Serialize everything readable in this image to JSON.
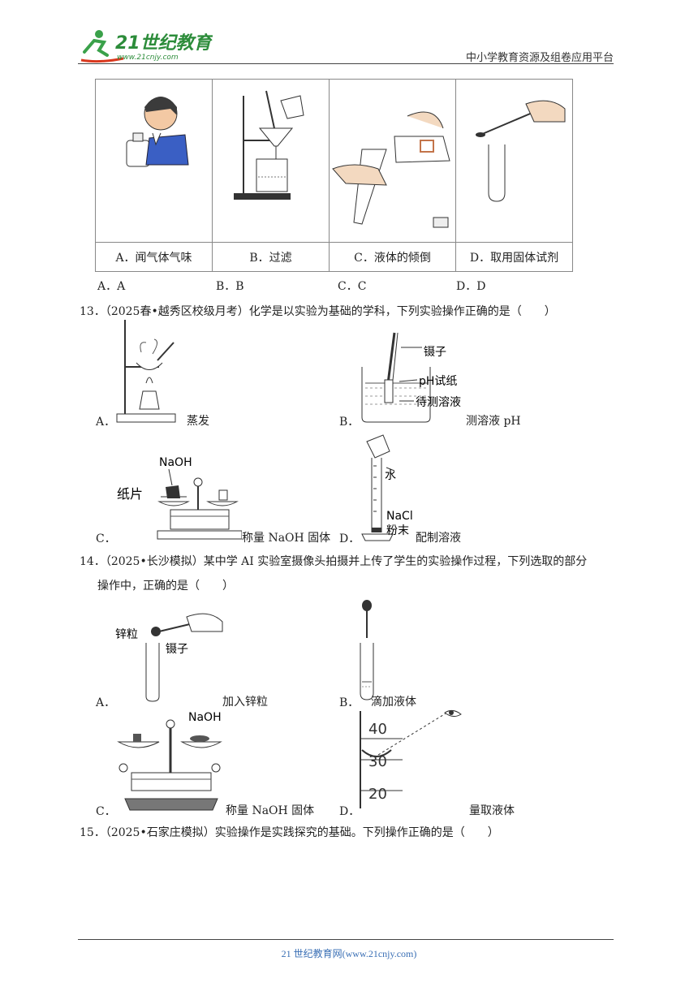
{
  "header": {
    "logo_text": "21世纪教育",
    "logo_url_text": "www.21cnjy.com",
    "platform": "中小学教育资源及组卷应用平台"
  },
  "q12": {
    "captions": [
      "A．闻气体气味",
      "B．过滤",
      "C．液体的倾倒",
      "D．取用固体试剂"
    ],
    "options": [
      "A．A",
      "B．B",
      "C．C",
      "D．D"
    ]
  },
  "q13": {
    "stem": "13．（2025春•越秀区校级月考）化学是以实验为基础的学科，下列实验操作正确的是（　　）",
    "A": {
      "letter": "A．",
      "caption": "蒸发"
    },
    "B": {
      "letter": "B．",
      "caption": "测溶液 pH",
      "labels": [
        "镊子",
        "pH试纸",
        "待测溶液"
      ]
    },
    "C": {
      "letter": "C．",
      "caption": "称量 NaOH 固体",
      "labels": [
        "NaOH",
        "纸片"
      ]
    },
    "D": {
      "letter": "D．",
      "caption": "配制溶液",
      "labels": [
        "水",
        "NaCl",
        "粉末"
      ]
    }
  },
  "q14": {
    "stem_line1": "14．（2025•长沙模拟）某中学 AI 实验室摄像头拍摄并上传了学生的实验操作过程，下列选取的部分",
    "stem_line2": "操作中，正确的是（　　）",
    "A": {
      "letter": "A．",
      "caption": "加入锌粒",
      "labels": [
        "锌粒",
        "镊子"
      ]
    },
    "B": {
      "letter": "B．",
      "caption": "滴加液体"
    },
    "C": {
      "letter": "C．",
      "caption": "称量 NaOH 固体",
      "labels": [
        "NaOH"
      ]
    },
    "D": {
      "letter": "D．",
      "caption": "量取液体",
      "labels": [
        "40",
        "30",
        "20"
      ]
    }
  },
  "q15": {
    "stem": "15．（2025•石家庄模拟）实验操作是实践探究的基础。下列操作正确的是（　　）"
  },
  "footer": {
    "text": "21 世纪教育网(www.21cnjy.com)"
  }
}
